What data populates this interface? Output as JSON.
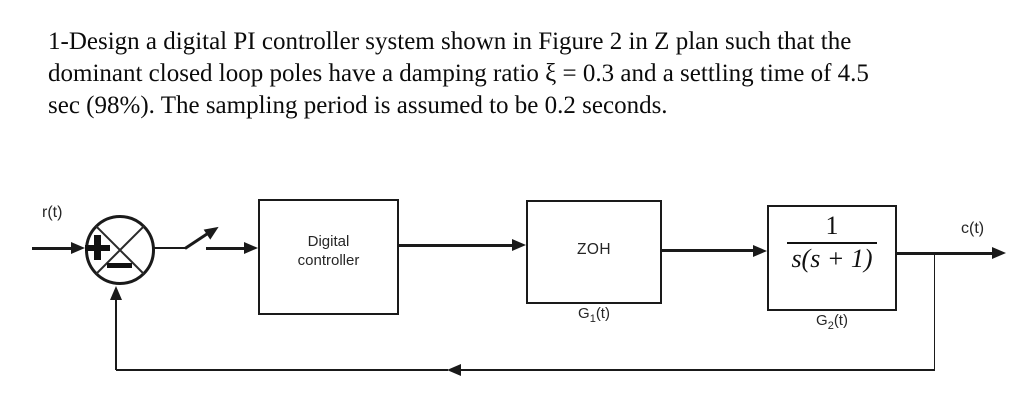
{
  "problem": {
    "lines": [
      "1-Design a digital PI controller system shown in Figure 2 in Z plan such that the",
      "dominant closed loop poles have a damping ratio ξ = 0.3 and a settling time of 4.5",
      "sec (98%). The sampling period is assumed to be 0.2 seconds."
    ]
  },
  "diagram": {
    "input_label": "r(t)",
    "output_label": "c(t)",
    "summing_junction": {
      "top_sign": "+",
      "bottom_sign": "−"
    },
    "blocks": {
      "controller": {
        "line1": "Digital",
        "line2": "controller"
      },
      "zoh": {
        "label": "ZOH",
        "sublabel_base": "G",
        "sublabel_sub": "1",
        "sublabel_rest": "(t)"
      },
      "plant": {
        "numerator": "1",
        "denominator": "s(s + 1)",
        "sublabel_base": "G",
        "sublabel_sub": "2",
        "sublabel_rest": "(t)"
      }
    },
    "colors": {
      "line": "#1a1a1a",
      "text": "#262626",
      "background": "#ffffff"
    }
  }
}
